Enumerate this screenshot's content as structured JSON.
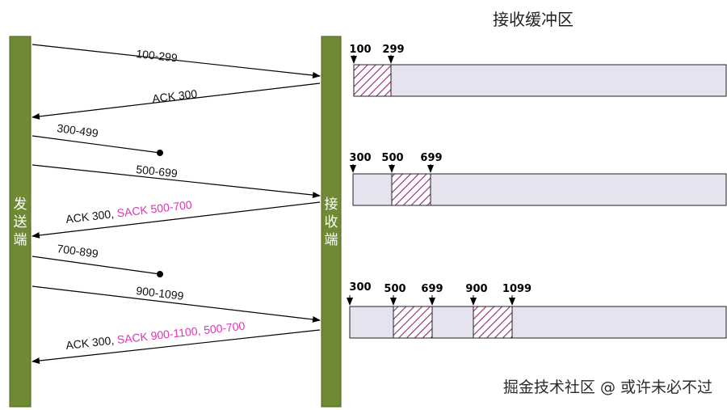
{
  "buffer_title": "接收缓冲区",
  "sender_label": [
    "发",
    "送",
    "端"
  ],
  "receiver_label": [
    "接",
    "收",
    "端"
  ],
  "messages": [
    {
      "text": "100-299",
      "lost": false
    },
    {
      "text": "ACK 300",
      "sack": "",
      "lost": false
    },
    {
      "text": "300-499",
      "lost": true
    },
    {
      "text": "500-699",
      "lost": false
    },
    {
      "text": "ACK 300, ",
      "sack": "SACK 500-700",
      "lost": false
    },
    {
      "text": "700-899",
      "lost": true
    },
    {
      "text": "900-1099",
      "lost": false
    },
    {
      "text": "ACK 300, ",
      "sack": "SACK 900-1100, 500-700",
      "lost": false
    }
  ],
  "buffers": [
    {
      "markers": [
        "100",
        "299"
      ]
    },
    {
      "markers": [
        "300",
        "500",
        "699"
      ]
    },
    {
      "markers": [
        "300",
        "500",
        "699",
        "900",
        "1099"
      ]
    }
  ],
  "watermark": "掘金技术社区 @ 或许未必不过",
  "colors": {
    "bar": "#6f8a34",
    "bar_border": "#4d6320",
    "buffer_fill": "#e6e3f0",
    "hatch": "#8b2a7a",
    "sack": "#e033b6"
  }
}
